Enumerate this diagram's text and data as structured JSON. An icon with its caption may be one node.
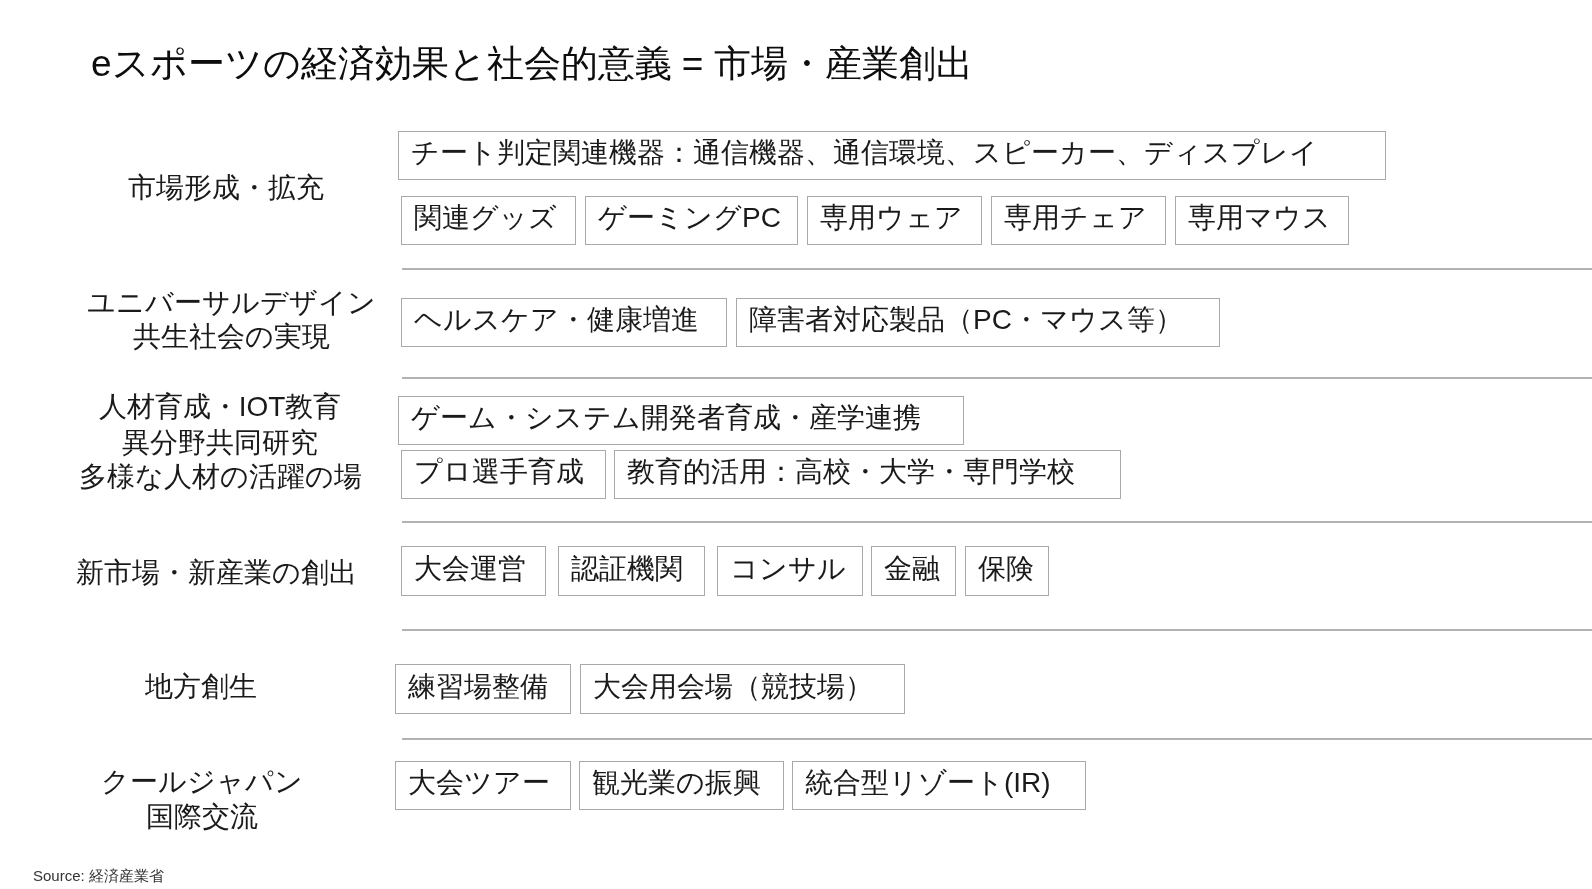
{
  "diagram": {
    "title": "eスポーツの経済効果と社会的意義 = 市場・産業創出",
    "nodes": [
      {
        "text": [
          "チート判定関連機器：通信機器、通信環境、スピーカー、ディスプレイ"
        ]
      },
      {
        "text": [
          "関連グッズ"
        ]
      },
      {
        "text": [
          "ゲーミングPC"
        ]
      },
      {
        "text": [
          "専用ウェア"
        ]
      },
      {
        "text": [
          "専用チェア"
        ]
      },
      {
        "text": [
          "専用マウス"
        ]
      },
      {
        "text": [
          "ヘルスケア・健康増進"
        ]
      },
      {
        "text": [
          "障害者対応製品（PC・マウス等）"
        ]
      },
      {
        "text": [
          "ゲーム・システム開発者育成・産学連携"
        ]
      },
      {
        "text": [
          "プロ選手育成"
        ]
      },
      {
        "text": [
          "教育的活用：高校・大学・専門学校"
        ]
      },
      {
        "text": [
          "大会運営"
        ]
      },
      {
        "text": [
          "認証機関"
        ]
      },
      {
        "text": [
          "コンサル"
        ]
      },
      {
        "text": [
          "金融"
        ]
      },
      {
        "text": [
          "保険"
        ]
      },
      {
        "text": [
          "練習場整備"
        ]
      },
      {
        "text": [
          "大会用会場（競技場）"
        ]
      },
      {
        "text": [
          "大会ツアー"
        ]
      },
      {
        "text": [
          "観光業の振興"
        ]
      },
      {
        "text": [
          "統合型リゾート(IR)"
        ]
      }
    ],
    "labels": [
      "市場形成・拡充",
      "ユニバーサルデザイン",
      "共生社会の実現",
      "人材育成・IOT教育",
      "異分野共同研究",
      "多様な人材の活躍の場",
      "新市場・新産業の創出",
      "地方創生",
      "クールジャパン",
      "国際交流",
      "Source: 経済産業省"
    ]
  }
}
